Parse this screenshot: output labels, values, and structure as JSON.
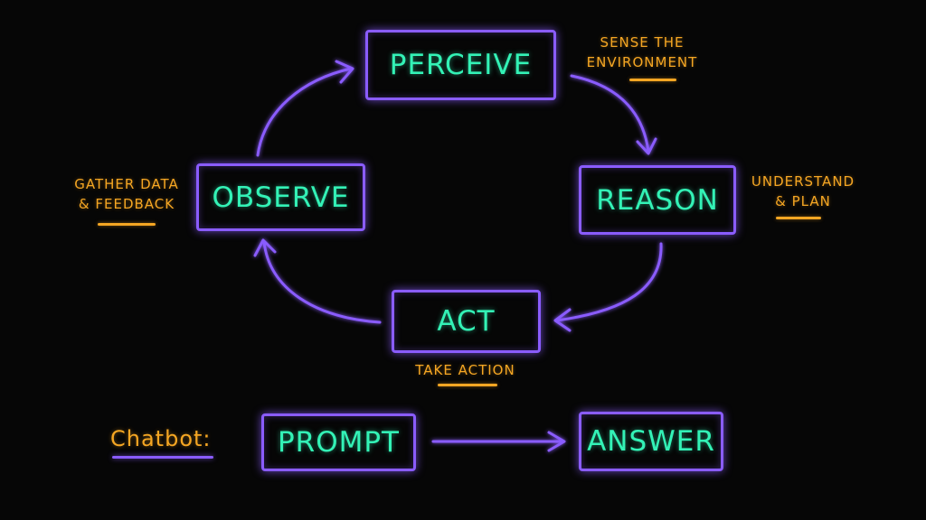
{
  "cycle": {
    "nodes": {
      "perceive": "Perceive",
      "reason": "Reason",
      "act": "Act",
      "observe": "Observe"
    },
    "notes": {
      "perceive": [
        "Sense the",
        "environment"
      ],
      "reason": [
        "Understand",
        "& plan"
      ],
      "act": [
        "Take action"
      ],
      "observe": [
        "Gather data",
        "& feedback"
      ]
    }
  },
  "chatbot": {
    "label": "Chatbot:",
    "prompt": "Prompt",
    "answer": "Answer"
  },
  "colors": {
    "box_border": "#8a5cff",
    "box_text": "#33f2b6",
    "annotation": "#f5a623",
    "background": "#060606"
  }
}
